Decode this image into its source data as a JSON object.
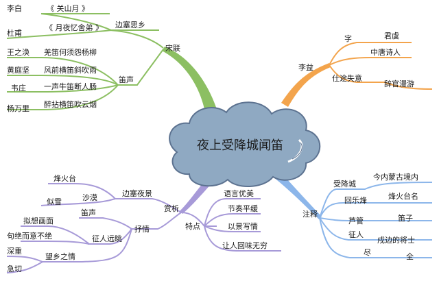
{
  "center": {
    "title": "夜上受降城闻笛"
  },
  "colors": {
    "cloud_fill": "#8fa9c2",
    "cloud_edge": "#5c7290",
    "song_lian": "#8cbf62",
    "li_yi": "#f3a44c",
    "zhu_shi": "#8cb6ea",
    "shang_xi": "#a79ad8"
  },
  "song_lian": {
    "label": "宋联",
    "bian_sai": {
      "label": "边塞思乡",
      "poems": [
        {
          "poet": "李白",
          "title": "《 关山月 》"
        },
        {
          "poet": "杜甫",
          "title": "《 月夜忆舍弟 》"
        }
      ]
    },
    "di_sheng": {
      "label": "笛声",
      "lines": [
        {
          "poet": "王之涣",
          "line": "羌笛何须怨杨柳"
        },
        {
          "poet": "黄庭坚",
          "line": "风前横笛斜吹雨"
        },
        {
          "poet": "韦庄",
          "line": "一声牛笛断人肠"
        },
        {
          "poet": "杨万里",
          "line": "醉拈横笛吹云烟"
        }
      ]
    }
  },
  "li_yi": {
    "label": "李益",
    "items": [
      {
        "key": "字",
        "value": "君虞"
      },
      {
        "key": "",
        "value": "中唐诗人"
      },
      {
        "key": "仕途失意",
        "value": "辞官漫游"
      }
    ]
  },
  "zhu_shi": {
    "label": "注释",
    "items": [
      {
        "key": "受降城",
        "value": "今内蒙古境内"
      },
      {
        "key": "回乐烽",
        "value": "烽火台名"
      },
      {
        "key": "芦管",
        "value": "笛子"
      },
      {
        "key": "征人",
        "value": "戍边的将士"
      },
      {
        "key": "尽",
        "value": "全"
      }
    ]
  },
  "shang_xi": {
    "label": "赏析",
    "bian_sai_ye_jing": {
      "label": "边塞夜景",
      "items": [
        "烽火台",
        "沙漠",
        "似雪"
      ]
    },
    "shu_qing": {
      "label": "抒情",
      "di_sheng": "笛声",
      "zheng_ren_yuan_tiao": {
        "label": "征人远眺",
        "items": [
          "拟想画面",
          "句绝而意不绝"
        ]
      },
      "wang_xiang": {
        "label": "望乡之情",
        "items": [
          "深重",
          "急切"
        ]
      }
    },
    "te_dian": {
      "label": "特点",
      "items": [
        "语言优美",
        "节奏平缓",
        "以景写情",
        "让人回味无穷"
      ]
    }
  }
}
